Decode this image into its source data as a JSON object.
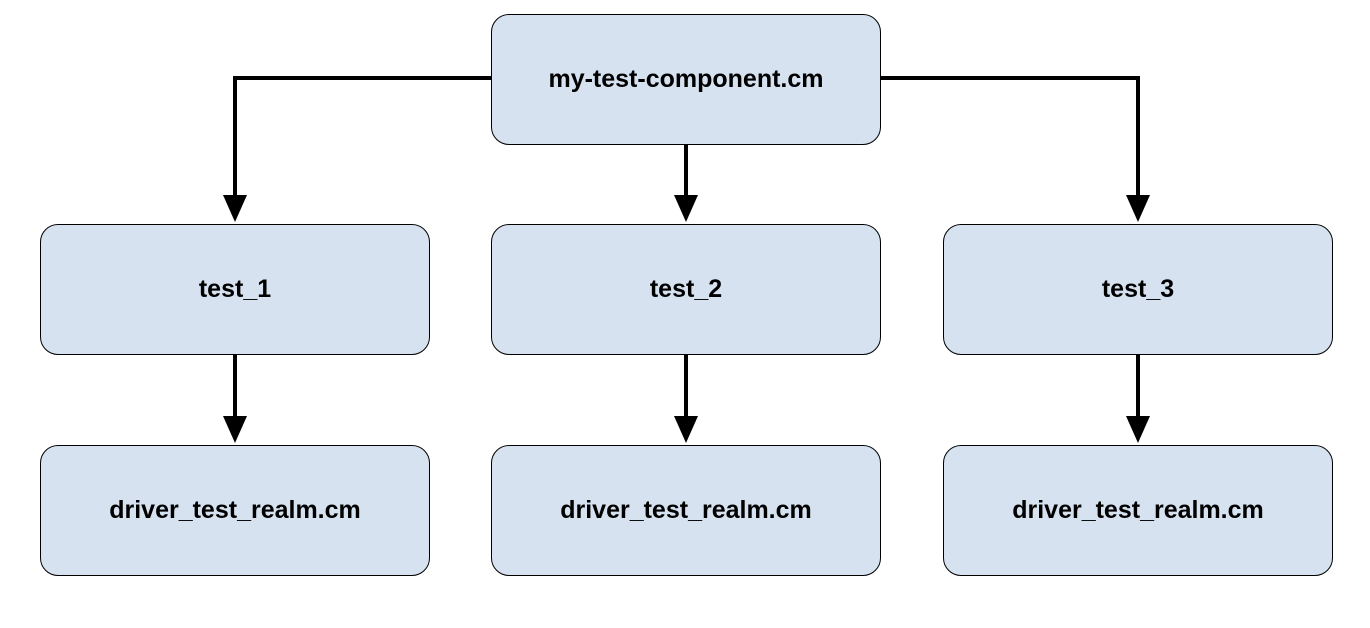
{
  "diagram": {
    "root": {
      "label": "my-test-component.cm"
    },
    "children": [
      {
        "label": "test_1",
        "child": {
          "label": "driver_test_realm.cm"
        }
      },
      {
        "label": "test_2",
        "child": {
          "label": "driver_test_realm.cm"
        }
      },
      {
        "label": "test_3",
        "child": {
          "label": "driver_test_realm.cm"
        }
      }
    ],
    "colors": {
      "node_fill": "#d6e2f0",
      "node_border": "#000000",
      "connector": "#000000",
      "text": "#000000"
    }
  }
}
